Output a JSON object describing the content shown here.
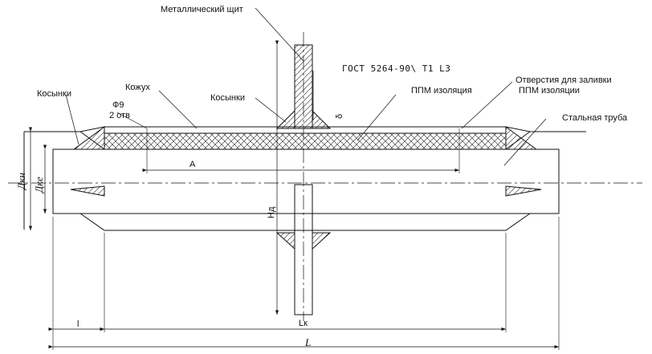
{
  "labels": {
    "metal_shield": "Металлический щит",
    "gost": "ГОСТ 5264-90\\ Т1 L3",
    "kozhuh": "Кожух",
    "kosynki_left": "Косынки",
    "kosynki_center": "Косынки",
    "ppm_insulation": "ППМ изоляция",
    "holes_line1": "Отверстия для заливки",
    "holes_line2": "ППМ изоляции",
    "steel_pipe": "Стальная труба",
    "phi": "Ф9",
    "two_holes": "2 отв"
  },
  "dimensions": {
    "A": "A",
    "Lk": "Lк",
    "L": "L",
    "l": "l",
    "Hd": "Hд",
    "delta": "δ",
    "Dkn": "Дкн",
    "Dke": "Дке"
  },
  "colors": {
    "line": "#111111",
    "hatch": "#222222"
  }
}
